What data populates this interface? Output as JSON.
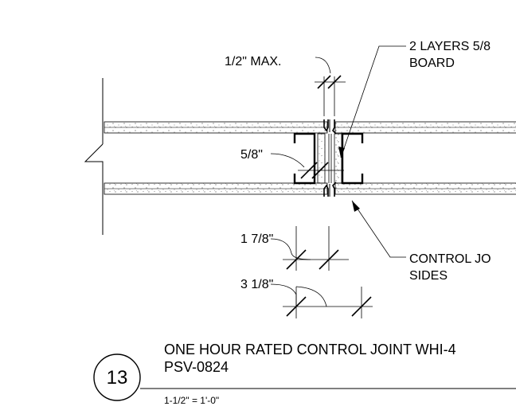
{
  "annotations": {
    "max_gap": "1/2\" MAX.",
    "layers_line1": "2 LAYERS 5/8",
    "layers_line2": "BOARD",
    "stud_gap": "5/8\"",
    "control_line1": "CONTROL JO",
    "control_line2": "SIDES",
    "dim_small": "1 7/8\"",
    "dim_large": "3 1/8\""
  },
  "title_block": {
    "detail_number": "13",
    "title": "ONE HOUR RATED CONTROL JOINT WHI-4",
    "reference": "PSV-0824",
    "scale": "1-1/2\" = 1'-0\""
  }
}
